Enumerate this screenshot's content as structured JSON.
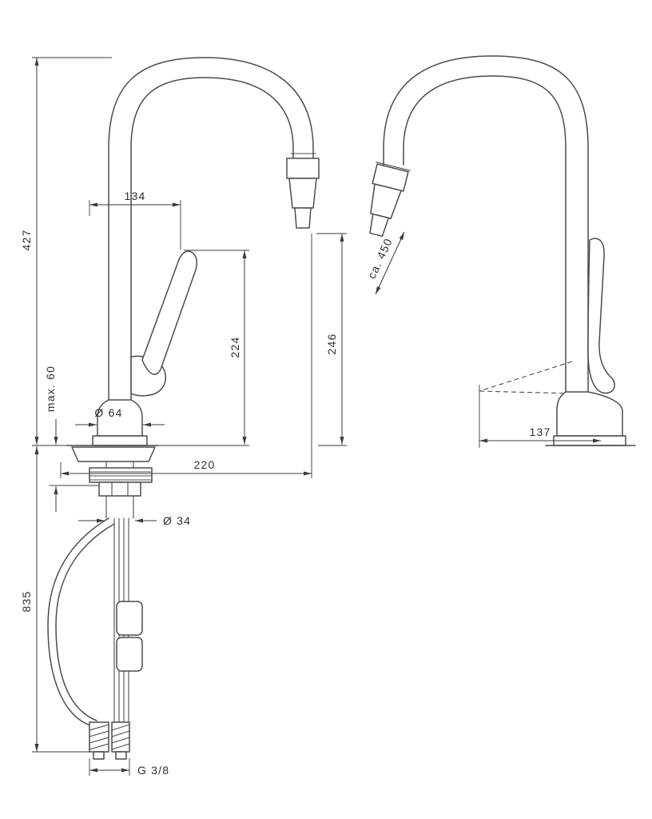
{
  "drawing": {
    "front": {
      "dims": {
        "total_height": "427",
        "below_counter": "835",
        "max_counter": "max. 60",
        "handle_reach": "134",
        "handle_height": "224",
        "outlet_height": "246",
        "base_diameter": "Ø 64",
        "spout_reach": "220",
        "hole_diameter": "Ø 34",
        "thread": "G 3/8"
      }
    },
    "side": {
      "dims": {
        "hose_length": "ca. 450",
        "depth": "137"
      }
    },
    "colors": {
      "outline": "#4c4c4c",
      "dimension": "#3b3b3b",
      "background": "#ffffff"
    }
  }
}
